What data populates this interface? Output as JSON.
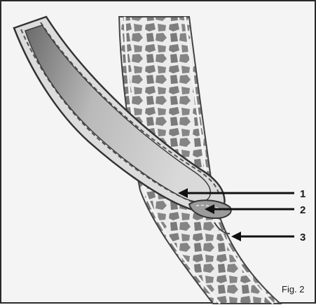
{
  "figure": {
    "caption": "Fig. 2",
    "labels": [
      {
        "id": "label-1",
        "text": "1"
      },
      {
        "id": "label-2",
        "text": "2"
      },
      {
        "id": "label-3",
        "text": "3"
      }
    ]
  }
}
